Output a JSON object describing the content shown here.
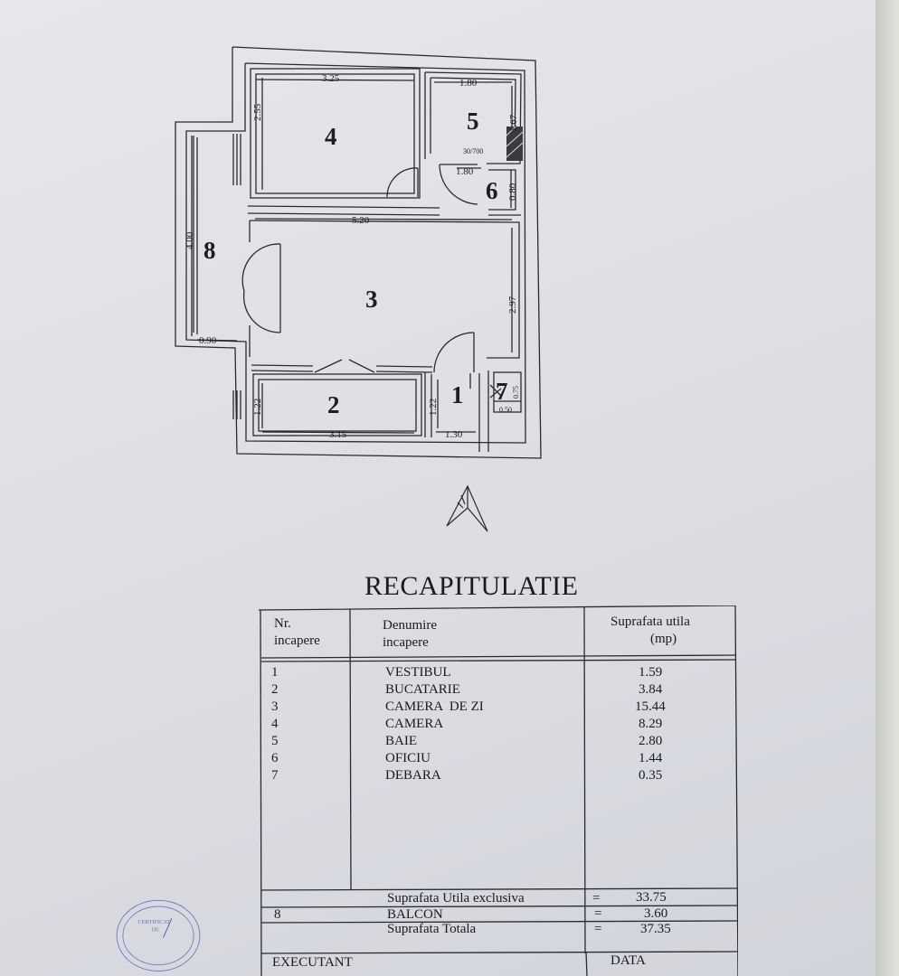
{
  "plan": {
    "rooms": [
      {
        "id": "1"
      },
      {
        "id": "2"
      },
      {
        "id": "3"
      },
      {
        "id": "4"
      },
      {
        "id": "5"
      },
      {
        "id": "6"
      },
      {
        "id": "7"
      },
      {
        "id": "8"
      }
    ],
    "dimensions": {
      "d325": "3.25",
      "d255": "2.55",
      "d180a": "1.80",
      "d167": "1.67",
      "d30700": "30/700",
      "d180b": "1.80",
      "d080": "0.80",
      "d520": "5.20",
      "d400": "4.00",
      "d297": "2.97",
      "d090": "0.90",
      "d122a": "1.22",
      "d315": "3.15",
      "d122b": "1.22",
      "d130": "1.30",
      "d075": "0.75",
      "d050": "0.50"
    }
  },
  "title": "RECAPITULATIE",
  "table": {
    "headers": {
      "nr_line1": "Nr.",
      "nr_line2": "incapere",
      "name_line1": "Denumire",
      "name_line2": "incapere",
      "area_line1": "Suprafata utila",
      "area_line2": "(mp)"
    },
    "rows": [
      {
        "nr": "1",
        "name": "VESTIBUL",
        "area": "1.59"
      },
      {
        "nr": "2",
        "name": "BUCATARIE",
        "area": "3.84"
      },
      {
        "nr": "3",
        "name": "CAMERA  DE ZI",
        "area": "15.44"
      },
      {
        "nr": "4",
        "name": "CAMERA",
        "area": "8.29"
      },
      {
        "nr": "5",
        "name": "BAIE",
        "area": "2.80"
      },
      {
        "nr": "6",
        "name": "OFICIU",
        "area": "1.44"
      },
      {
        "nr": "7",
        "name": "DEBARA",
        "area": "0.35"
      }
    ],
    "summary": {
      "exclusive_label": "Suprafata Utila exclusiva",
      "exclusive_eq": "=",
      "exclusive_value": "33.75",
      "balcon_nr": "8",
      "balcon_label": "BALCON",
      "balcon_eq": "=",
      "balcon_value": "3.60",
      "total_label": "Suprafata Totala",
      "total_eq": "=",
      "total_value": "37.35"
    },
    "footer": {
      "executant": "EXECUTANT",
      "data": "DATA"
    }
  },
  "stamp": {
    "text_top": "CERTIFICAT",
    "text_mid": "DE"
  }
}
